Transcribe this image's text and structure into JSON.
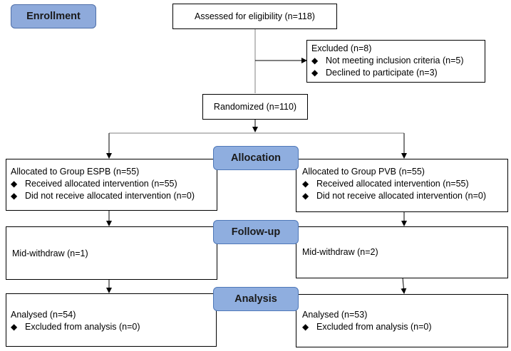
{
  "stages": {
    "enrollment": "Enrollment",
    "allocation": "Allocation",
    "followup": "Follow-up",
    "analysis": "Analysis"
  },
  "assessed": "Assessed for eligibility (n=118)",
  "excluded": {
    "title": "Excluded (n=8)",
    "items": [
      "Not meeting inclusion criteria (n=5)",
      "Declined to participate (n=3)"
    ]
  },
  "randomized": "Randomized (n=110)",
  "left": {
    "allocated": "Allocated to Group ESPB (n=55)",
    "alloc_items": [
      "Received allocated intervention (n=55)",
      "Did not receive allocated intervention (n=0)"
    ],
    "followup": "Mid-withdraw (n=1)",
    "analysed": "Analysed (n=54)",
    "analysis_items": [
      "Excluded from analysis (n=0)"
    ]
  },
  "right": {
    "allocated": "Allocated to Group PVB (n=55)",
    "alloc_items": [
      "Received allocated intervention (n=55)",
      "Did not receive allocated intervention (n=0)"
    ],
    "followup": "Mid-withdraw (n=2)",
    "analysed": "Analysed (n=53)",
    "analysis_items": [
      "Excluded from analysis (n=0)"
    ]
  },
  "bullet_icon": "diamond-bullet-icon",
  "colors": {
    "stage_fill": "#8faedf",
    "stage_border": "#4f78b8"
  }
}
